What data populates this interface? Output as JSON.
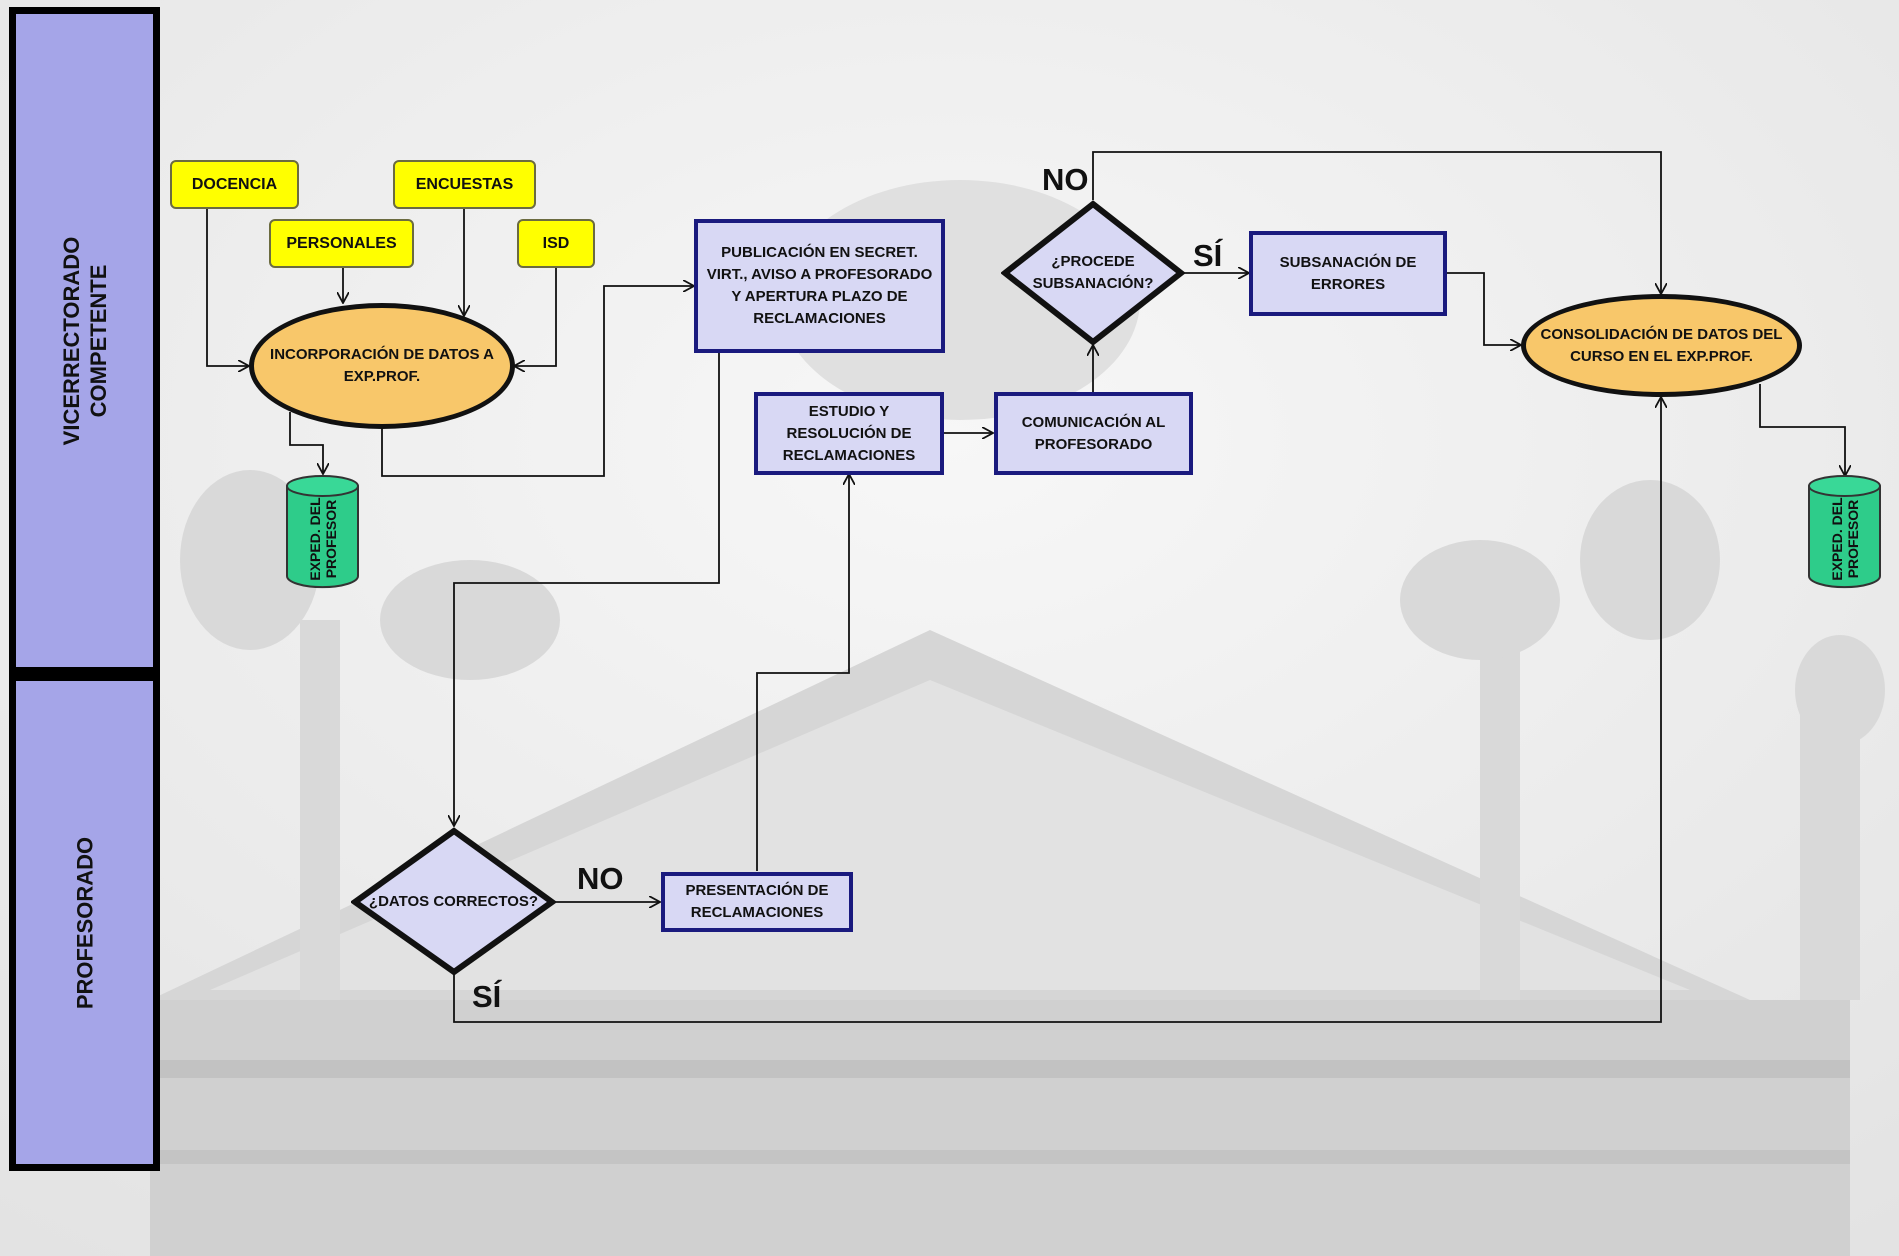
{
  "lanes": {
    "vicerrectorado": "VICERRECTORADO\nCOMPETENTE",
    "profesorado": "PROFESORADO"
  },
  "sources": {
    "docencia": "DOCENCIA",
    "encuestas": "ENCUESTAS",
    "personales": "PERSONALES",
    "isd": "ISD"
  },
  "nodes": {
    "incorporacion": "INCORPORACIÓN DE DATOS A EXP.PROF.",
    "publicacion": "PUBLICACIÓN EN SECRET. VIRT., AVISO A PROFESORADO Y APERTURA PLAZO DE RECLAMACIONES",
    "procede": "¿PROCEDE SUBSANACIÓN?",
    "subsanacion": "SUBSANACIÓN DE ERRORES",
    "consolidacion": "CONSOLIDACIÓN DE DATOS DEL CURSO EN EL EXP.PROF.",
    "estudio": "ESTUDIO Y RESOLUCIÓN DE RECLAMACIONES",
    "comunicacion": "COMUNICACIÓN AL PROFESORADO",
    "datos_correctos": "¿DATOS CORRECTOS?",
    "presentacion": "PRESENTACIÓN DE RECLAMACIONES",
    "expediente_1": "EXPED. DEL\nPROFESOR",
    "expediente_2": "EXPED. DEL\nPROFESOR"
  },
  "edge_labels": {
    "procede_no": "NO",
    "procede_si": "SÍ",
    "datos_no": "NO",
    "datos_si": "SÍ"
  },
  "colors": {
    "lane_fill": "#a5a5e8",
    "source_fill": "#ffff00",
    "process_fill": "#d8d8f4",
    "process_border": "#1a1a7e",
    "ellipse_fill": "#f8c76a",
    "storage_fill": "#2ecc8a"
  }
}
